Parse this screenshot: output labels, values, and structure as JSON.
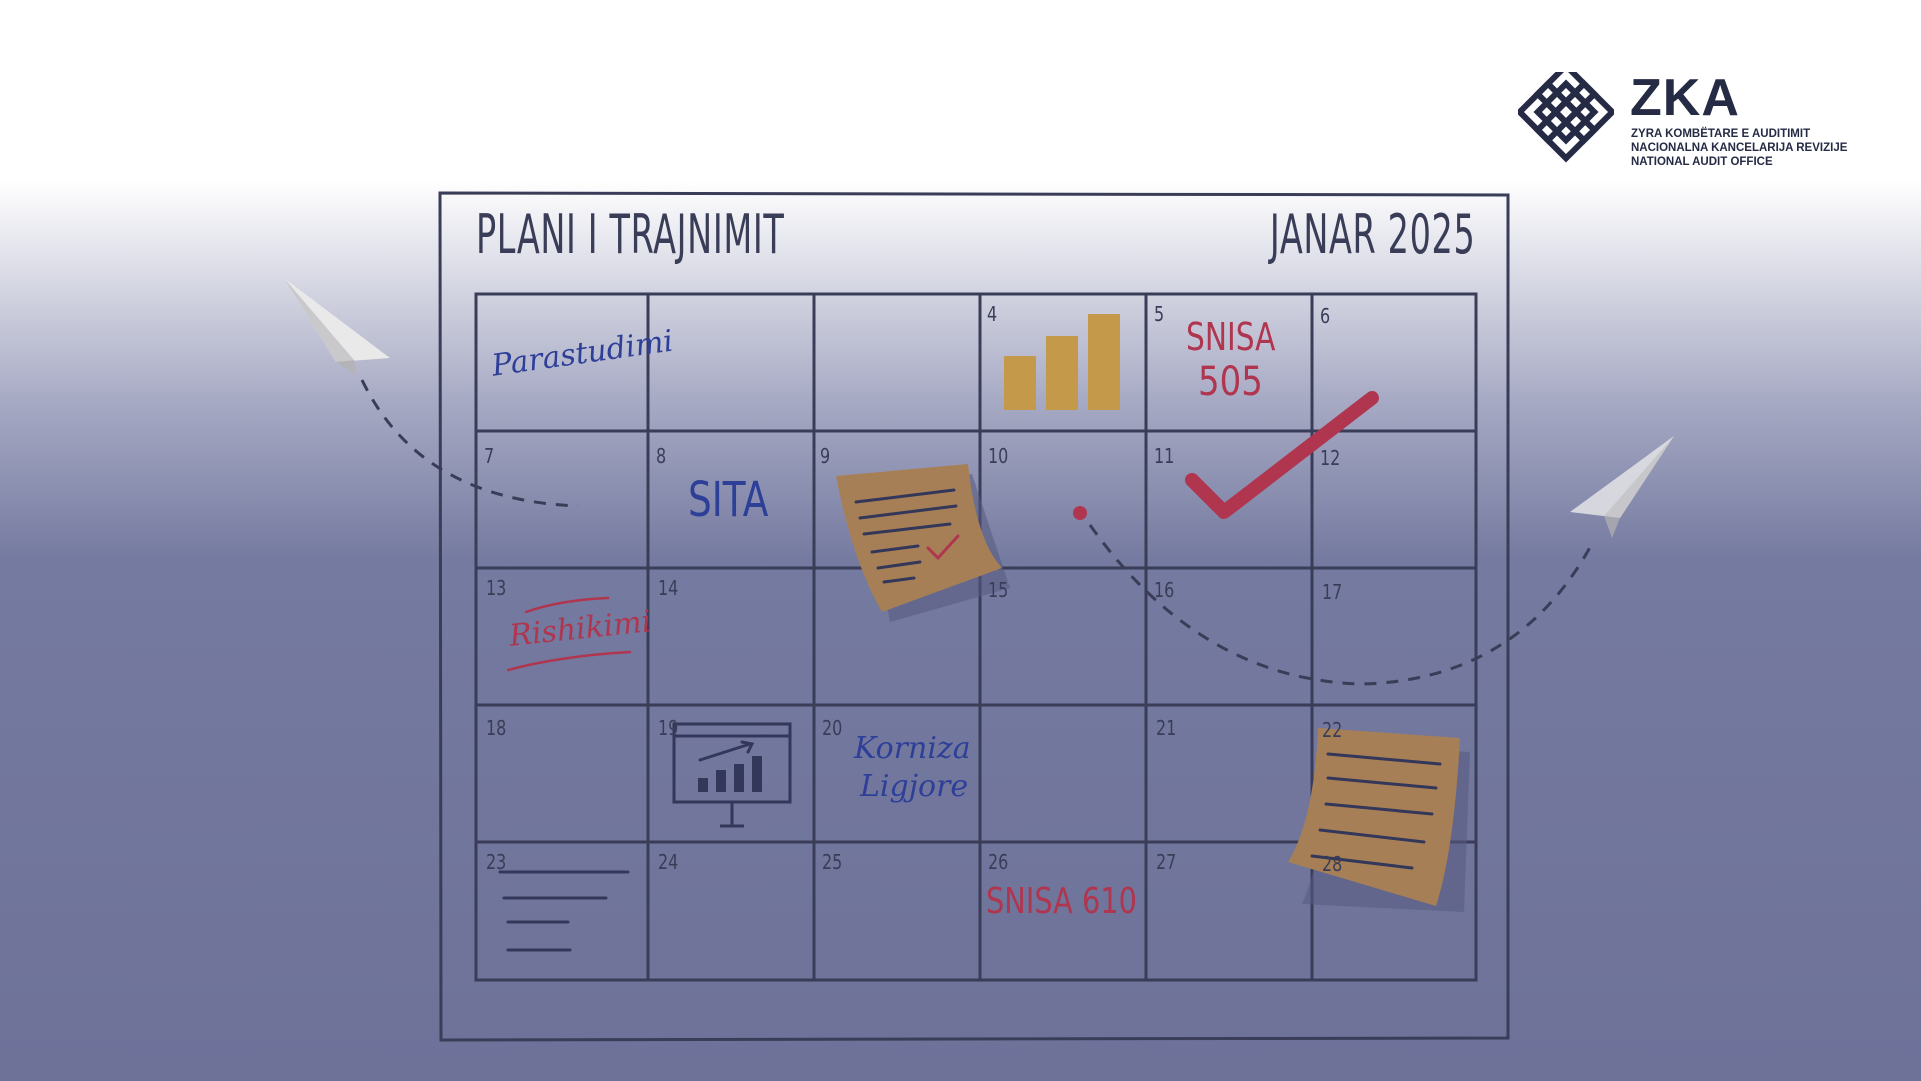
{
  "logo": {
    "name": "ZKA",
    "line1": "ZYRA KOMBËTARE E AUDITIMIT",
    "line2": "NACIONALNA KANCELARIJA REVIZIJE",
    "line3": "NATIONAL AUDIT OFFICE"
  },
  "calendar": {
    "title": "PLANI I TRAJNIMIT",
    "month": "JANAR 2025",
    "days": [
      "4",
      "5",
      "6",
      "7",
      "8",
      "9",
      "10",
      "11",
      "12",
      "13",
      "14",
      "15",
      "16",
      "17",
      "18",
      "19",
      "20",
      "21",
      "22",
      "23",
      "24",
      "25",
      "26",
      "27",
      "28"
    ],
    "events": {
      "parastudimi": "Parastudimi",
      "snisa505_a": "SNISA",
      "snisa505_b": "505",
      "sita": "SITA",
      "rishikimi": "Rishikimi",
      "korniza_a": "Korniza",
      "korniza_b": "Ligjore",
      "snisa610": "SNISA 610"
    }
  },
  "colors": {
    "ink": "#3a3d57",
    "blue_ink": "#2e3f98",
    "red_ink": "#b0354f",
    "gold": "#c49a4a",
    "sticky": "#a77f56",
    "background_bottom": "#6e7299"
  }
}
